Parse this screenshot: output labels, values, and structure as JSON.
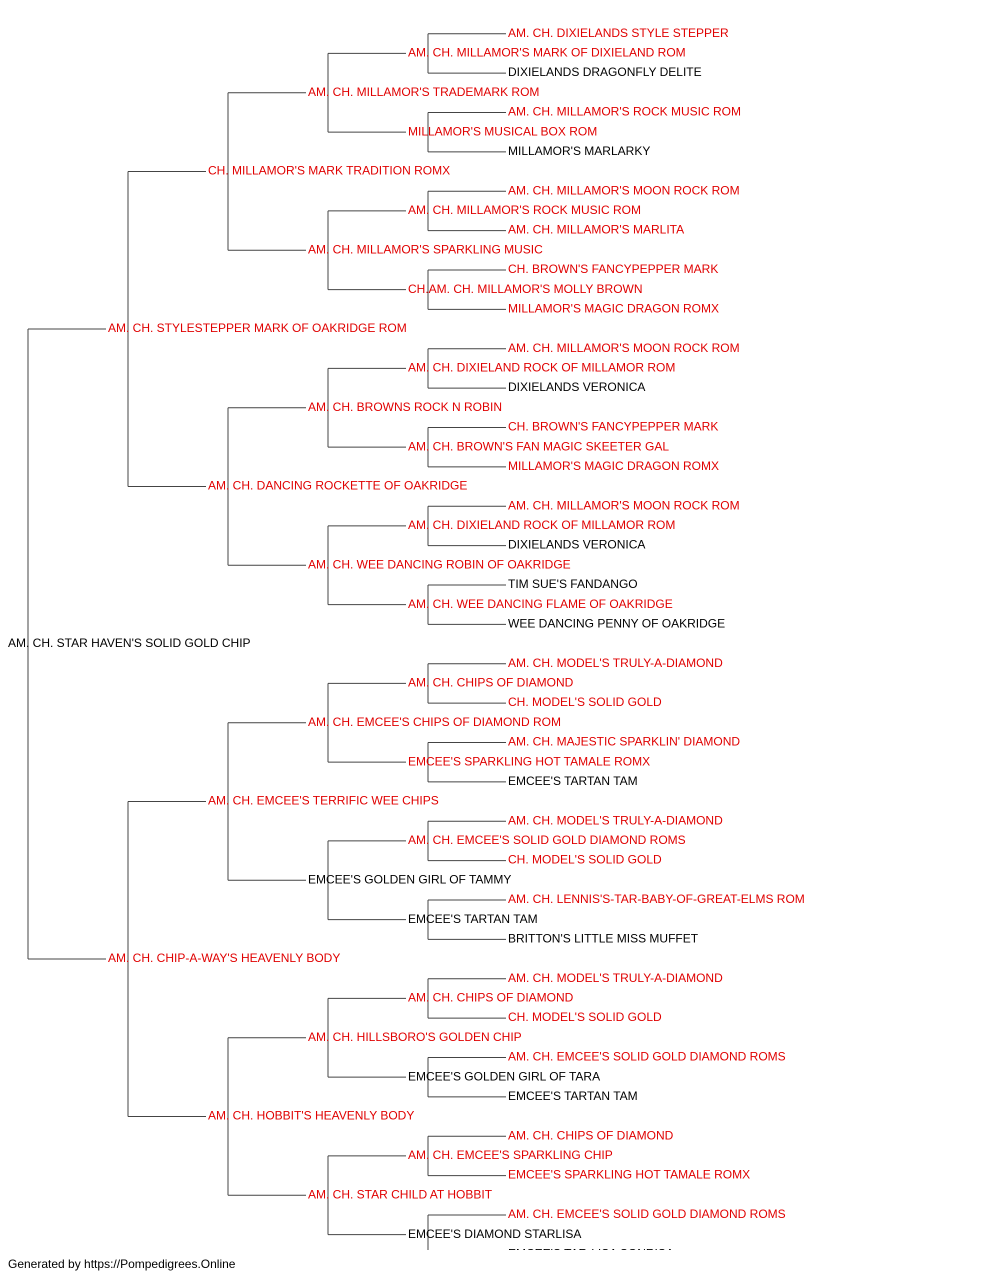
{
  "colors": {
    "champion": "#e00000",
    "regular": "#000000",
    "line": "#444444",
    "background": "#ffffff"
  },
  "footer": "Generated by https://Pompedigrees.Online",
  "pedigree": {
    "name": "AM. CH. STAR HAVEN'S SOLID GOLD CHIP",
    "champ": false,
    "sire": {
      "name": "AM. CH. STYLESTEPPER MARK OF OAKRIDGE ROM",
      "champ": true,
      "sire": {
        "name": "CH. MILLAMOR'S MARK TRADITION ROMX",
        "champ": true,
        "sire": {
          "name": "AM. CH. MILLAMOR'S TRADEMARK ROM",
          "champ": true,
          "sire": {
            "name": "AM. CH. MILLAMOR'S MARK OF DIXIELAND ROM",
            "champ": true,
            "sire": {
              "name": "AM. CH. DIXIELANDS STYLE STEPPER",
              "champ": true
            },
            "dam": {
              "name": "DIXIELANDS DRAGONFLY DELITE",
              "champ": false
            }
          },
          "dam": {
            "name": "MILLAMOR'S MUSICAL BOX ROM",
            "champ": true,
            "sire": {
              "name": "AM. CH. MILLAMOR'S ROCK MUSIC ROM",
              "champ": true
            },
            "dam": {
              "name": "MILLAMOR'S MARLARKY",
              "champ": false
            }
          }
        },
        "dam": {
          "name": "AM. CH. MILLAMOR'S SPARKLING MUSIC",
          "champ": true,
          "sire": {
            "name": "AM. CH. MILLAMOR'S ROCK MUSIC ROM",
            "champ": true,
            "sire": {
              "name": "AM. CH. MILLAMOR'S MOON ROCK ROM",
              "champ": true
            },
            "dam": {
              "name": "AM. CH. MILLAMOR'S MARLITA",
              "champ": true
            }
          },
          "dam": {
            "name": "CH.AM. CH. MILLAMOR'S MOLLY BROWN",
            "champ": true,
            "sire": {
              "name": "CH. BROWN'S FANCYPEPPER MARK",
              "champ": true
            },
            "dam": {
              "name": "MILLAMOR'S MAGIC DRAGON ROMX",
              "champ": true
            }
          }
        }
      },
      "dam": {
        "name": "AM. CH. DANCING ROCKETTE OF OAKRIDGE",
        "champ": true,
        "sire": {
          "name": "AM. CH. BROWNS ROCK N ROBIN",
          "champ": true,
          "sire": {
            "name": "AM. CH. DIXIELAND ROCK OF MILLAMOR ROM",
            "champ": true,
            "sire": {
              "name": "AM. CH. MILLAMOR'S MOON ROCK ROM",
              "champ": true
            },
            "dam": {
              "name": "DIXIELANDS VERONICA",
              "champ": false
            }
          },
          "dam": {
            "name": "AM. CH. BROWN'S FAN MAGIC SKEETER GAL",
            "champ": true,
            "sire": {
              "name": "CH. BROWN'S FANCYPEPPER MARK",
              "champ": true
            },
            "dam": {
              "name": "MILLAMOR'S MAGIC DRAGON ROMX",
              "champ": true
            }
          }
        },
        "dam": {
          "name": "AM. CH. WEE DANCING ROBIN OF OAKRIDGE",
          "champ": true,
          "sire": {
            "name": "AM. CH. DIXIELAND ROCK OF MILLAMOR ROM",
            "champ": true,
            "sire": {
              "name": "AM. CH. MILLAMOR'S MOON ROCK ROM",
              "champ": true
            },
            "dam": {
              "name": "DIXIELANDS VERONICA",
              "champ": false
            }
          },
          "dam": {
            "name": "AM. CH. WEE DANCING FLAME OF OAKRIDGE",
            "champ": true,
            "sire": {
              "name": "TIM SUE'S FANDANGO",
              "champ": false
            },
            "dam": {
              "name": "WEE DANCING PENNY OF OAKRIDGE",
              "champ": false
            }
          }
        }
      }
    },
    "dam": {
      "name": "AM. CH. CHIP-A-WAY'S HEAVENLY BODY",
      "champ": true,
      "sire": {
        "name": "AM. CH. EMCEE'S TERRIFIC WEE CHIPS",
        "champ": true,
        "sire": {
          "name": "AM. CH. EMCEE'S CHIPS OF DIAMOND ROM",
          "champ": true,
          "sire": {
            "name": "AM. CH. CHIPS OF DIAMOND",
            "champ": true,
            "sire": {
              "name": "AM. CH. MODEL'S TRULY-A-DIAMOND",
              "champ": true
            },
            "dam": {
              "name": "CH. MODEL'S SOLID GOLD",
              "champ": true
            }
          },
          "dam": {
            "name": "EMCEE'S SPARKLING HOT TAMALE ROMX",
            "champ": true,
            "sire": {
              "name": "AM. CH. MAJESTIC SPARKLIN' DIAMOND",
              "champ": true
            },
            "dam": {
              "name": "EMCEE'S TARTAN TAM",
              "champ": false
            }
          }
        },
        "dam": {
          "name": "EMCEE'S GOLDEN GIRL OF TAMMY",
          "champ": false,
          "sire": {
            "name": "AM. CH. EMCEE'S SOLID GOLD DIAMOND ROMS",
            "champ": true,
            "sire": {
              "name": "AM. CH. MODEL'S TRULY-A-DIAMOND",
              "champ": true
            },
            "dam": {
              "name": "CH. MODEL'S SOLID GOLD",
              "champ": true
            }
          },
          "dam": {
            "name": "EMCEE'S TARTAN TAM",
            "champ": false,
            "sire": {
              "name": "AM. CH. LENNIS'S-TAR-BABY-OF-GREAT-ELMS ROM",
              "champ": true
            },
            "dam": {
              "name": "BRITTON'S LITTLE MISS MUFFET",
              "champ": false
            }
          }
        }
      },
      "dam": {
        "name": "AM. CH. HOBBIT'S HEAVENLY BODY",
        "champ": true,
        "sire": {
          "name": "AM. CH. HILLSBORO'S GOLDEN CHIP",
          "champ": true,
          "sire": {
            "name": "AM. CH. CHIPS OF DIAMOND",
            "champ": true,
            "sire": {
              "name": "AM. CH. MODEL'S TRULY-A-DIAMOND",
              "champ": true
            },
            "dam": {
              "name": "CH. MODEL'S SOLID GOLD",
              "champ": true
            }
          },
          "dam": {
            "name": "EMCEE'S GOLDEN GIRL OF TARA",
            "champ": false,
            "sire": {
              "name": "AM. CH. EMCEE'S SOLID GOLD DIAMOND ROMS",
              "champ": true
            },
            "dam": {
              "name": "EMCEE'S TARTAN TAM",
              "champ": false
            }
          }
        },
        "dam": {
          "name": "AM. CH. STAR CHILD AT HOBBIT",
          "champ": true,
          "sire": {
            "name": "AM. CH. EMCEE'S SPARKLING CHIP",
            "champ": true,
            "sire": {
              "name": "AM. CH. CHIPS OF DIAMOND",
              "champ": true
            },
            "dam": {
              "name": "EMCEE'S SPARKLING HOT TAMALE ROMX",
              "champ": true
            }
          },
          "dam": {
            "name": "EMCEE'S DIAMOND STARLISA",
            "champ": false,
            "sire": {
              "name": "AM. CH. EMCEE'S SOLID GOLD DIAMOND ROMS",
              "champ": true
            },
            "dam": {
              "name": "EMCEE'S TAR-LISA SONRISA",
              "champ": false
            }
          }
        }
      }
    }
  }
}
